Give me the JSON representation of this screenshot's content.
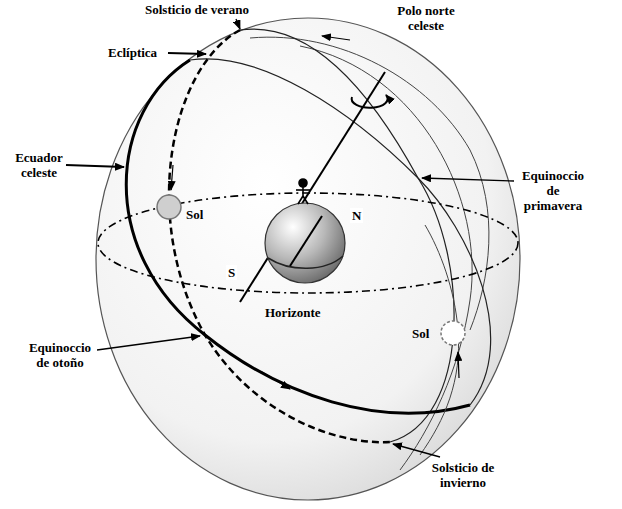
{
  "diagram": {
    "labels": [
      "Solsticio de verano",
      "Eclíptica",
      "Polo norte celeste",
      "Ecuador celeste",
      "Sol",
      "N",
      "S",
      "Horizonte",
      "Equinoccio de primavera",
      "Sol",
      "Equinoccio de otoño",
      "Solsticio de invierno"
    ]
  }
}
